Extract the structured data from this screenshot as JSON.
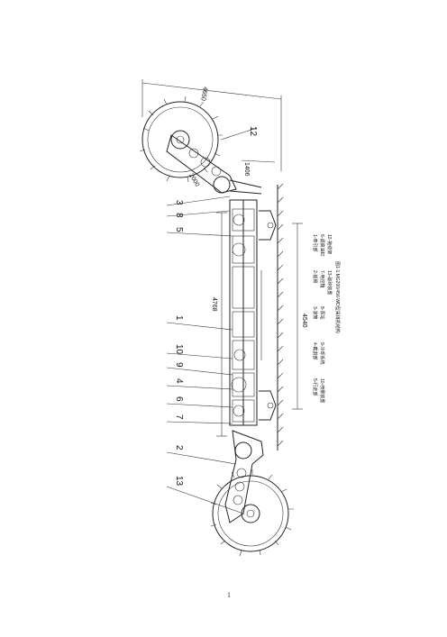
{
  "drawing": {
    "part_numbers": [
      "1",
      "2",
      "3",
      "4",
      "5",
      "6",
      "7",
      "8",
      "9",
      "10",
      "12",
      "13"
    ],
    "dimensions": {
      "overall_length": "4650",
      "segment_length": "1406",
      "arm_label": "2000",
      "body_length": "4768",
      "track_length": "4540"
    },
    "caption": "图1-1  MG200/456-WD型采煤机结构",
    "legend": [
      "1-牵引部",
      "2-摇臂",
      "3-滚筒",
      "4-截割部",
      "5-行走部",
      "6-调高油缸",
      "7-电控箱",
      "8-泵站",
      "9-冷却系统",
      "10-喷雾装置",
      "12-拖缆架",
      "13-破碎装置"
    ]
  },
  "page": {
    "number": "1"
  }
}
